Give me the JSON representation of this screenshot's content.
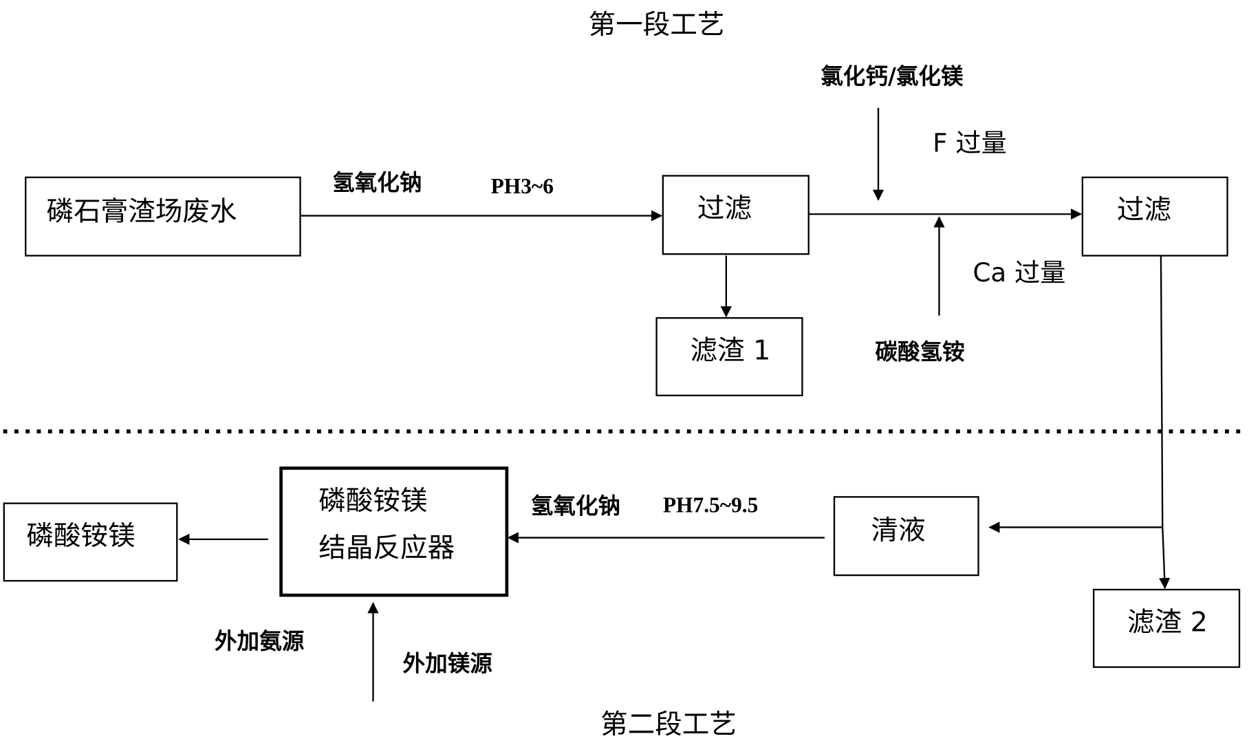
{
  "stage1": {
    "title": "第一段工艺"
  },
  "stage2": {
    "title": "第二段工艺"
  },
  "nodes": {
    "wastewater": "磷石膏渣场废水",
    "filter1": "过滤",
    "residue1": "滤渣 1",
    "filter2": "过滤",
    "residue2": "滤渣 2",
    "clear_liquid": "清液",
    "reactor_line1": "磷酸铵镁",
    "reactor_line2": "结晶反应器",
    "product": "磷酸铵镁"
  },
  "labels": {
    "naoh_stage1": "氢氧化钠",
    "ph_stage1": "PH3~6",
    "cacl_mgcl": "氯化钙/氯化镁",
    "f_excess": "F 过量",
    "ca_excess": "Ca 过量",
    "ammonium_bicarbonate": "碳酸氢铵",
    "naoh_stage2": "氢氧化钠",
    "ph_stage2": "PH7.5~9.5",
    "external_nitrogen": "外加氨源",
    "external_magnesium": "外加镁源"
  },
  "colors": {
    "line": "#000000",
    "background": "#ffffff"
  }
}
